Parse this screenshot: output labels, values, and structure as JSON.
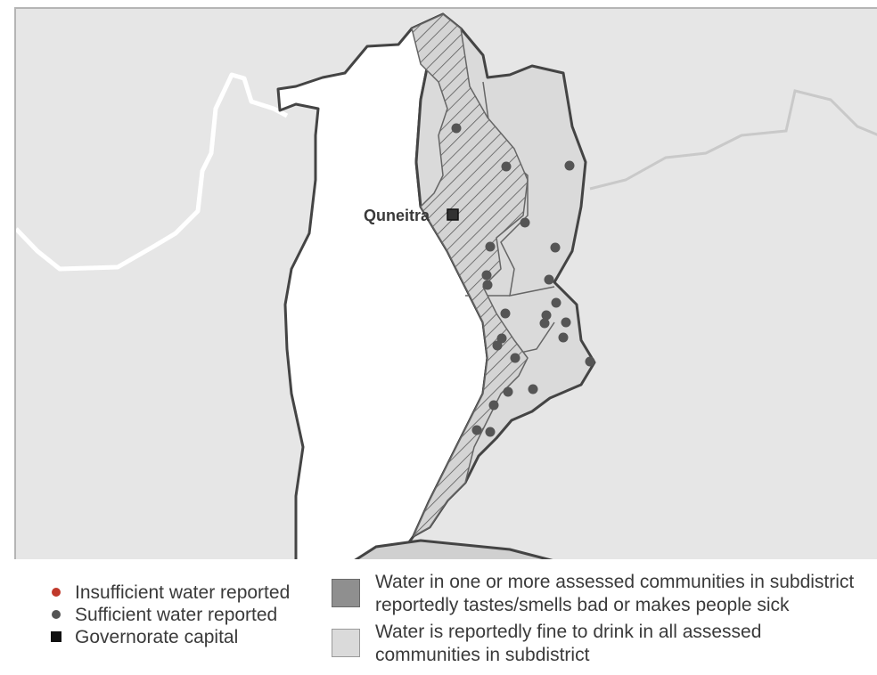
{
  "map": {
    "capital_label": "Quneitra",
    "colors": {
      "background_land": "#e6e6e6",
      "assessed_fill": "#dadada",
      "bad_water_fill": "#8f8f8f",
      "boundary_dark": "#4a4a4a",
      "boundary_light": "#c9c9c9",
      "point_sufficient": "#555555",
      "point_insufficient": "#c0392b",
      "capital_marker": "#333333"
    }
  },
  "legend": {
    "insufficient": "Insufficient water reported",
    "sufficient": "Sufficient water reported",
    "capital": "Governorate capital",
    "bad_water_line1": "Water in one or more assessed communities in subdistrict",
    "bad_water_line2": "reportedly tastes/smells bad or makes people sick",
    "fine_water_line1": "Water is reportedly fine to drink in all assessed",
    "fine_water_line2": "communities in subdistrict"
  }
}
